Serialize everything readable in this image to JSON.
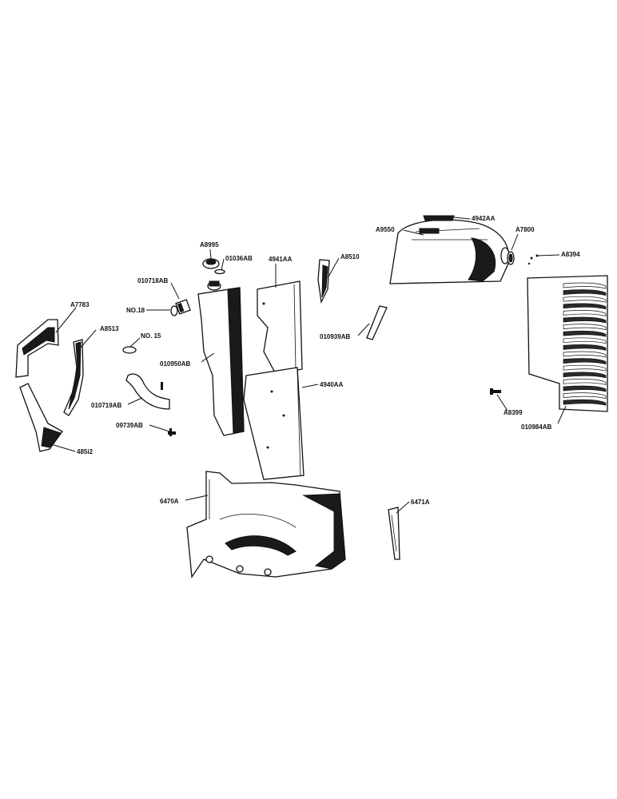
{
  "diagram": {
    "parts": [
      {
        "id": "4942AA"
      },
      {
        "id": "A9550"
      },
      {
        "id": "A7800"
      },
      {
        "id": "A8394"
      },
      {
        "id": "A8995"
      },
      {
        "id": "01036AB"
      },
      {
        "id": "4941AA"
      },
      {
        "id": "A8510"
      },
      {
        "id": "010718AB"
      },
      {
        "id": "NO.18"
      },
      {
        "id": "A7783"
      },
      {
        "id": "A8513"
      },
      {
        "id": "NO. 15"
      },
      {
        "id": "010950AB"
      },
      {
        "id": "010939AB"
      },
      {
        "id": "4940AA"
      },
      {
        "id": "010719AB"
      },
      {
        "id": "A8399"
      },
      {
        "id": "010984AB"
      },
      {
        "id": "09739AB"
      },
      {
        "id": "485i2"
      },
      {
        "id": "6470A"
      },
      {
        "id": "6471A"
      }
    ]
  }
}
